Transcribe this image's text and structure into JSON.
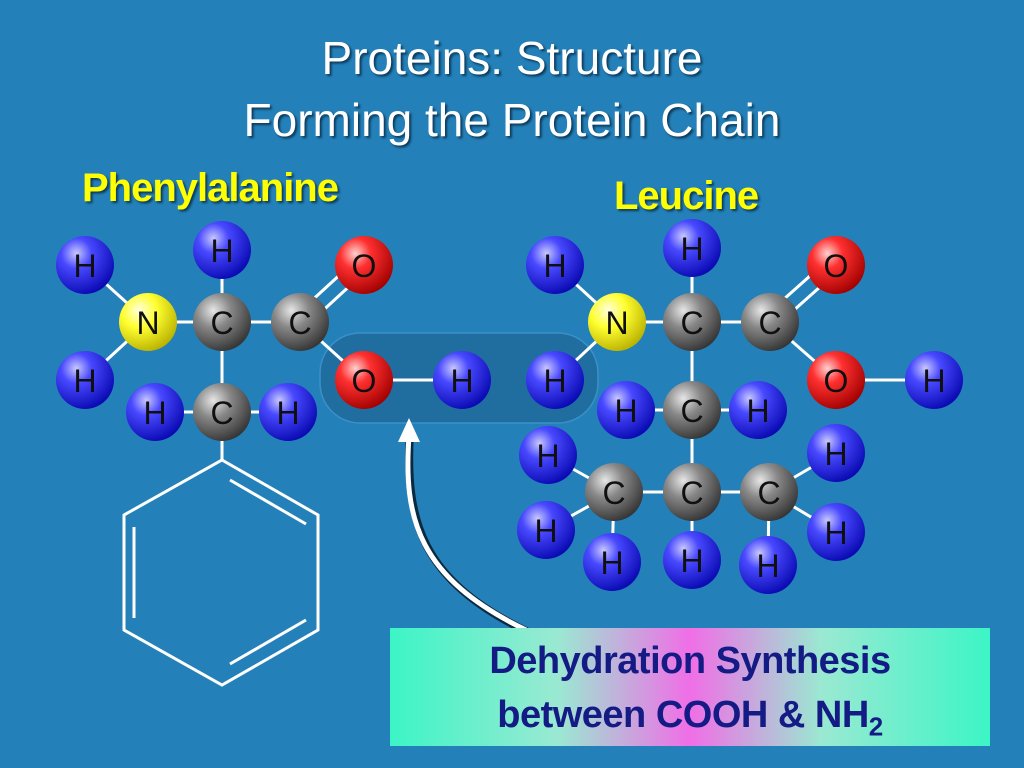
{
  "title": {
    "line1": "Proteins: Structure",
    "line2": "Forming the Protein Chain"
  },
  "molecules": [
    {
      "name": "Phenylalanine",
      "atoms": [
        "H",
        "H",
        "O",
        "N",
        "C",
        "C",
        "H",
        "O",
        "H",
        "H",
        "C",
        "H"
      ]
    },
    {
      "name": "Leucine",
      "atoms": [
        "H",
        "H",
        "O",
        "N",
        "C",
        "C",
        "H",
        "O",
        "H",
        "H",
        "C",
        "H",
        "H",
        "C",
        "C",
        "C",
        "H",
        "H",
        "H",
        "H",
        "H",
        "H"
      ]
    }
  ],
  "callout": {
    "line1": "Dehydration Synthesis",
    "line2_prefix": "between COOH & NH",
    "line2_sub": "2"
  },
  "colors": {
    "background": "#2480b8",
    "hydrogen": "#2222ee",
    "carbon": "#707070",
    "oxygen": "#e41818",
    "nitrogen": "#f2ee10",
    "name_text": "#ffff00",
    "callout_text": "#141b84"
  }
}
